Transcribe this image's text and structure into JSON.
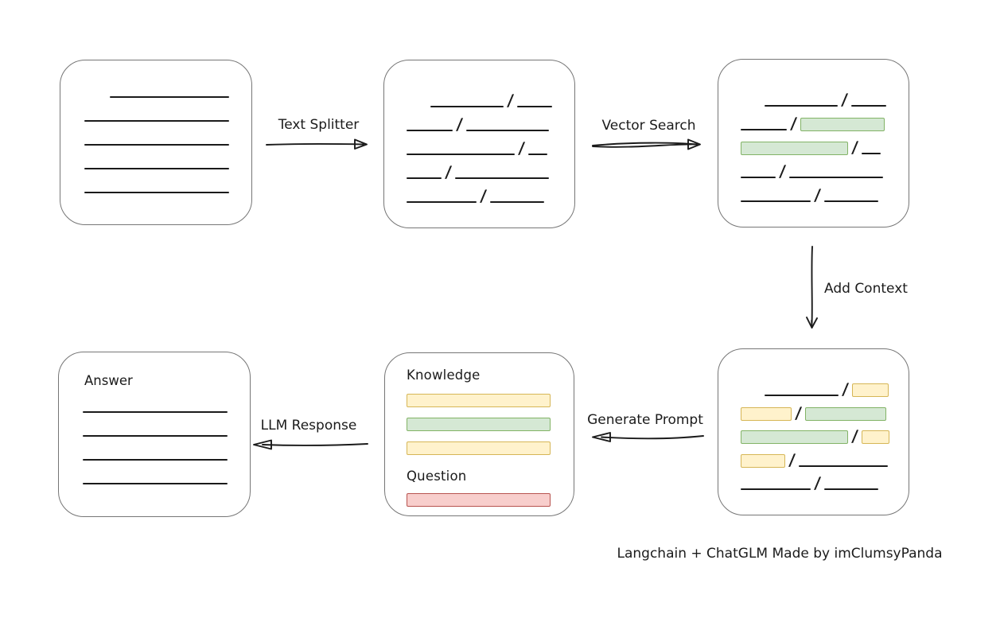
{
  "caption": "Langchain + ChatGLM Made by imClumsyPanda",
  "colors": {
    "box_border": "#767676",
    "stroke": "#1b1b1b",
    "green_fill": "#d5e8d4",
    "green_border": "#82b366",
    "yellow_fill": "#fff2cc",
    "yellow_border": "#d6b656",
    "red_fill": "#f8cecc",
    "red_border": "#b85450"
  },
  "labels": {
    "text_splitter": "Text Splitter",
    "vector_search": "Vector Search",
    "add_context": "Add Context",
    "generate_prompt": "Generate Prompt",
    "llm_response": "LLM Response"
  },
  "document_box": {
    "lines": [
      {
        "indent": 32,
        "w": 150
      },
      {
        "indent": 0,
        "w": 182
      },
      {
        "indent": 0,
        "w": 182
      },
      {
        "indent": 0,
        "w": 182
      },
      {
        "indent": 0,
        "w": 182
      }
    ]
  },
  "split_box": {
    "rows": [
      {
        "indent": 30,
        "segs": [
          {
            "t": "line",
            "w": 92
          },
          {
            "t": "line",
            "w": 44
          }
        ]
      },
      {
        "indent": 0,
        "segs": [
          {
            "t": "line",
            "w": 58
          },
          {
            "t": "line",
            "w": 104
          }
        ]
      },
      {
        "indent": 0,
        "segs": [
          {
            "t": "line",
            "w": 136
          },
          {
            "t": "line",
            "w": 24
          }
        ]
      },
      {
        "indent": 0,
        "segs": [
          {
            "t": "line",
            "w": 44
          },
          {
            "t": "line",
            "w": 118
          }
        ]
      },
      {
        "indent": 0,
        "segs": [
          {
            "t": "line",
            "w": 88
          },
          {
            "t": "line",
            "w": 68
          }
        ]
      }
    ]
  },
  "search_box": {
    "rows": [
      {
        "indent": 30,
        "segs": [
          {
            "t": "line",
            "w": 92
          },
          {
            "t": "line",
            "w": 44
          }
        ]
      },
      {
        "indent": 0,
        "segs": [
          {
            "t": "line",
            "w": 58
          },
          {
            "t": "green",
            "w": 104
          }
        ]
      },
      {
        "indent": 0,
        "segs": [
          {
            "t": "green",
            "w": 133
          },
          {
            "t": "line",
            "w": 24
          }
        ]
      },
      {
        "indent": 0,
        "segs": [
          {
            "t": "line",
            "w": 44
          },
          {
            "t": "line",
            "w": 118
          }
        ]
      },
      {
        "indent": 0,
        "segs": [
          {
            "t": "line",
            "w": 88
          },
          {
            "t": "line",
            "w": 68
          }
        ]
      }
    ]
  },
  "context_box": {
    "rows": [
      {
        "indent": 30,
        "segs": [
          {
            "t": "line",
            "w": 93
          },
          {
            "t": "yellow",
            "w": 44
          }
        ]
      },
      {
        "indent": 0,
        "segs": [
          {
            "t": "yellow",
            "w": 62
          },
          {
            "t": "green",
            "w": 100
          }
        ]
      },
      {
        "indent": 0,
        "segs": [
          {
            "t": "green",
            "w": 133
          },
          {
            "t": "yellow",
            "w": 33
          }
        ]
      },
      {
        "indent": 0,
        "segs": [
          {
            "t": "yellow",
            "w": 54
          },
          {
            "t": "line",
            "w": 112
          }
        ]
      },
      {
        "indent": 0,
        "segs": [
          {
            "t": "line",
            "w": 88
          },
          {
            "t": "line",
            "w": 68
          }
        ]
      }
    ]
  },
  "prompt_box": {
    "knowledge_title": "Knowledge",
    "question_title": "Question",
    "knowledge_bars": [
      "yellow",
      "green",
      "yellow"
    ],
    "question_bars": [
      "red"
    ]
  },
  "answer_box": {
    "title": "Answer",
    "lines": [
      {
        "indent": 0,
        "w": 182
      },
      {
        "indent": 0,
        "w": 182
      },
      {
        "indent": 0,
        "w": 182
      },
      {
        "indent": 0,
        "w": 182
      }
    ]
  }
}
